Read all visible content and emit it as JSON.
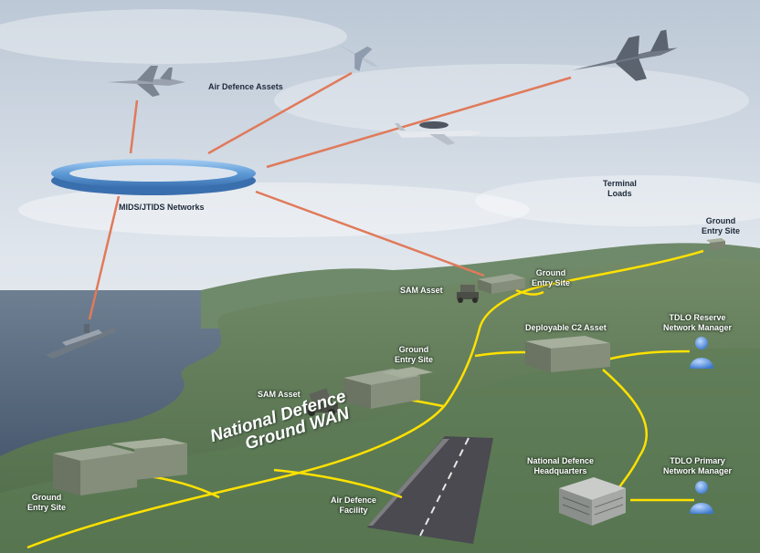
{
  "labels": {
    "air_defence_assets": "Air Defence Assets",
    "mids_jtids_networks": "MIDS/JTIDS Networks",
    "terminal_loads_1": "Terminal",
    "terminal_loads_2": "Loads",
    "ground_entry_top_1": "Ground",
    "ground_entry_top_2": "Entry Site",
    "sam_asset_upper": "SAM Asset",
    "ground_entry_upper_1": "Ground",
    "ground_entry_upper_2": "Entry Site",
    "deployable_c2_asset": "Deployable C2 Asset",
    "tdlo_reserve_1": "TDLO Reserve",
    "tdlo_reserve_2": "Network Manager",
    "ground_entry_mid_1": "Ground",
    "ground_entry_mid_2": "Entry Site",
    "sam_asset_lower": "SAM Asset",
    "national_defence_ground_wan_1": "National Defence",
    "national_defence_ground_wan_2": "Ground WAN",
    "ground_entry_left_1": "Ground",
    "ground_entry_left_2": "Entry Site",
    "air_defence_facility_1": "Air Defence",
    "air_defence_facility_2": "Facility",
    "national_defence_hq_1": "National Defence",
    "national_defence_hq_2": "Headquarters",
    "tdlo_primary_1": "TDLO Primary",
    "tdlo_primary_2": "Network Manager"
  },
  "colors": {
    "sky_top": "#c9d3df",
    "sky_bottom": "#eef1f4",
    "sea": "#3f5066",
    "land": "#5c7a55",
    "network_ring": "#5e9ad6",
    "radio_link": "#e07a5a",
    "ground_wan": "#ffe100",
    "user_icon": "#4a86d8"
  },
  "icons": [
    "eurofighter-icon",
    "fighter-jet-icon",
    "f16-icon",
    "awacs-icon",
    "aircraft-carrier-icon",
    "sam-launcher-icon",
    "shelter-icon",
    "headquarters-building-icon",
    "user-icon",
    "runway-icon"
  ]
}
